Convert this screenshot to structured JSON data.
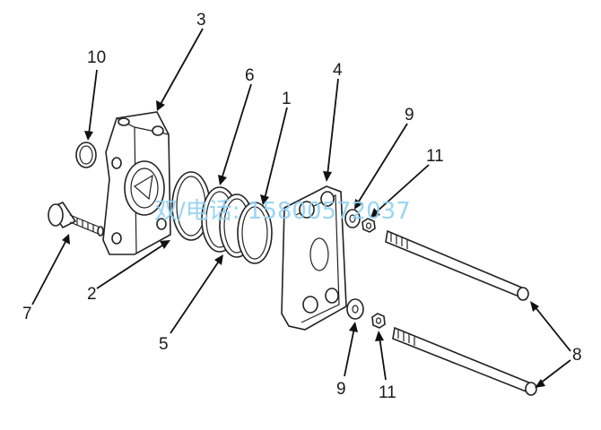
{
  "diagram": {
    "callouts": [
      {
        "id": "c3",
        "text": "3"
      },
      {
        "id": "c10",
        "text": "10"
      },
      {
        "id": "c6",
        "text": "6"
      },
      {
        "id": "c1",
        "text": "1"
      },
      {
        "id": "c4",
        "text": "4"
      },
      {
        "id": "c9a",
        "text": "9"
      },
      {
        "id": "c11a",
        "text": "11"
      },
      {
        "id": "c7",
        "text": "7"
      },
      {
        "id": "c2",
        "text": "2"
      },
      {
        "id": "c5",
        "text": "5"
      },
      {
        "id": "c9b",
        "text": "9"
      },
      {
        "id": "c11b",
        "text": "11"
      },
      {
        "id": "c8",
        "text": "8"
      }
    ],
    "watermark": {
      "text": "双/电话: 15800572037",
      "color": "#8fd0f2"
    },
    "colors": {
      "line": "#222222",
      "background": "#ffffff"
    }
  }
}
